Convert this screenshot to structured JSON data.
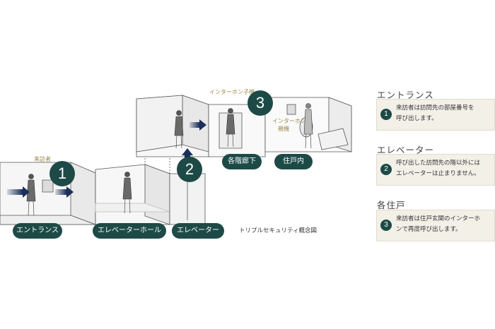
{
  "labels": {
    "visitor": "来訪者",
    "intercom_unit": "インターホン子機",
    "intercom_main_line1": "インターホン",
    "intercom_main_line2": "親機",
    "caption": "トリプルセキュリティ概念図"
  },
  "callouts": [
    "1",
    "2",
    "3"
  ],
  "pills": {
    "entrance": "エントランス",
    "elevator_hall": "エレベーターホール",
    "elevator": "エレベーター",
    "corridor": "各階廊下",
    "residence": "住戸内"
  },
  "steps": [
    {
      "num": "1",
      "title": "エントランス",
      "text": "来訪者は訪問先の部屋番号を\n呼び出します。"
    },
    {
      "num": "2",
      "title": "エレベーター",
      "text": "呼び出した訪問先の階以外には\nエレベーターは止まりません。"
    },
    {
      "num": "3",
      "title": "各住戸",
      "text": "来訪者は住戸玄関のインターホ\nンで再度呼び出します。"
    }
  ],
  "colors": {
    "accent": "#1d4a47",
    "arrow": "#1b2f5a",
    "box_bg": "#f3f0e8"
  }
}
